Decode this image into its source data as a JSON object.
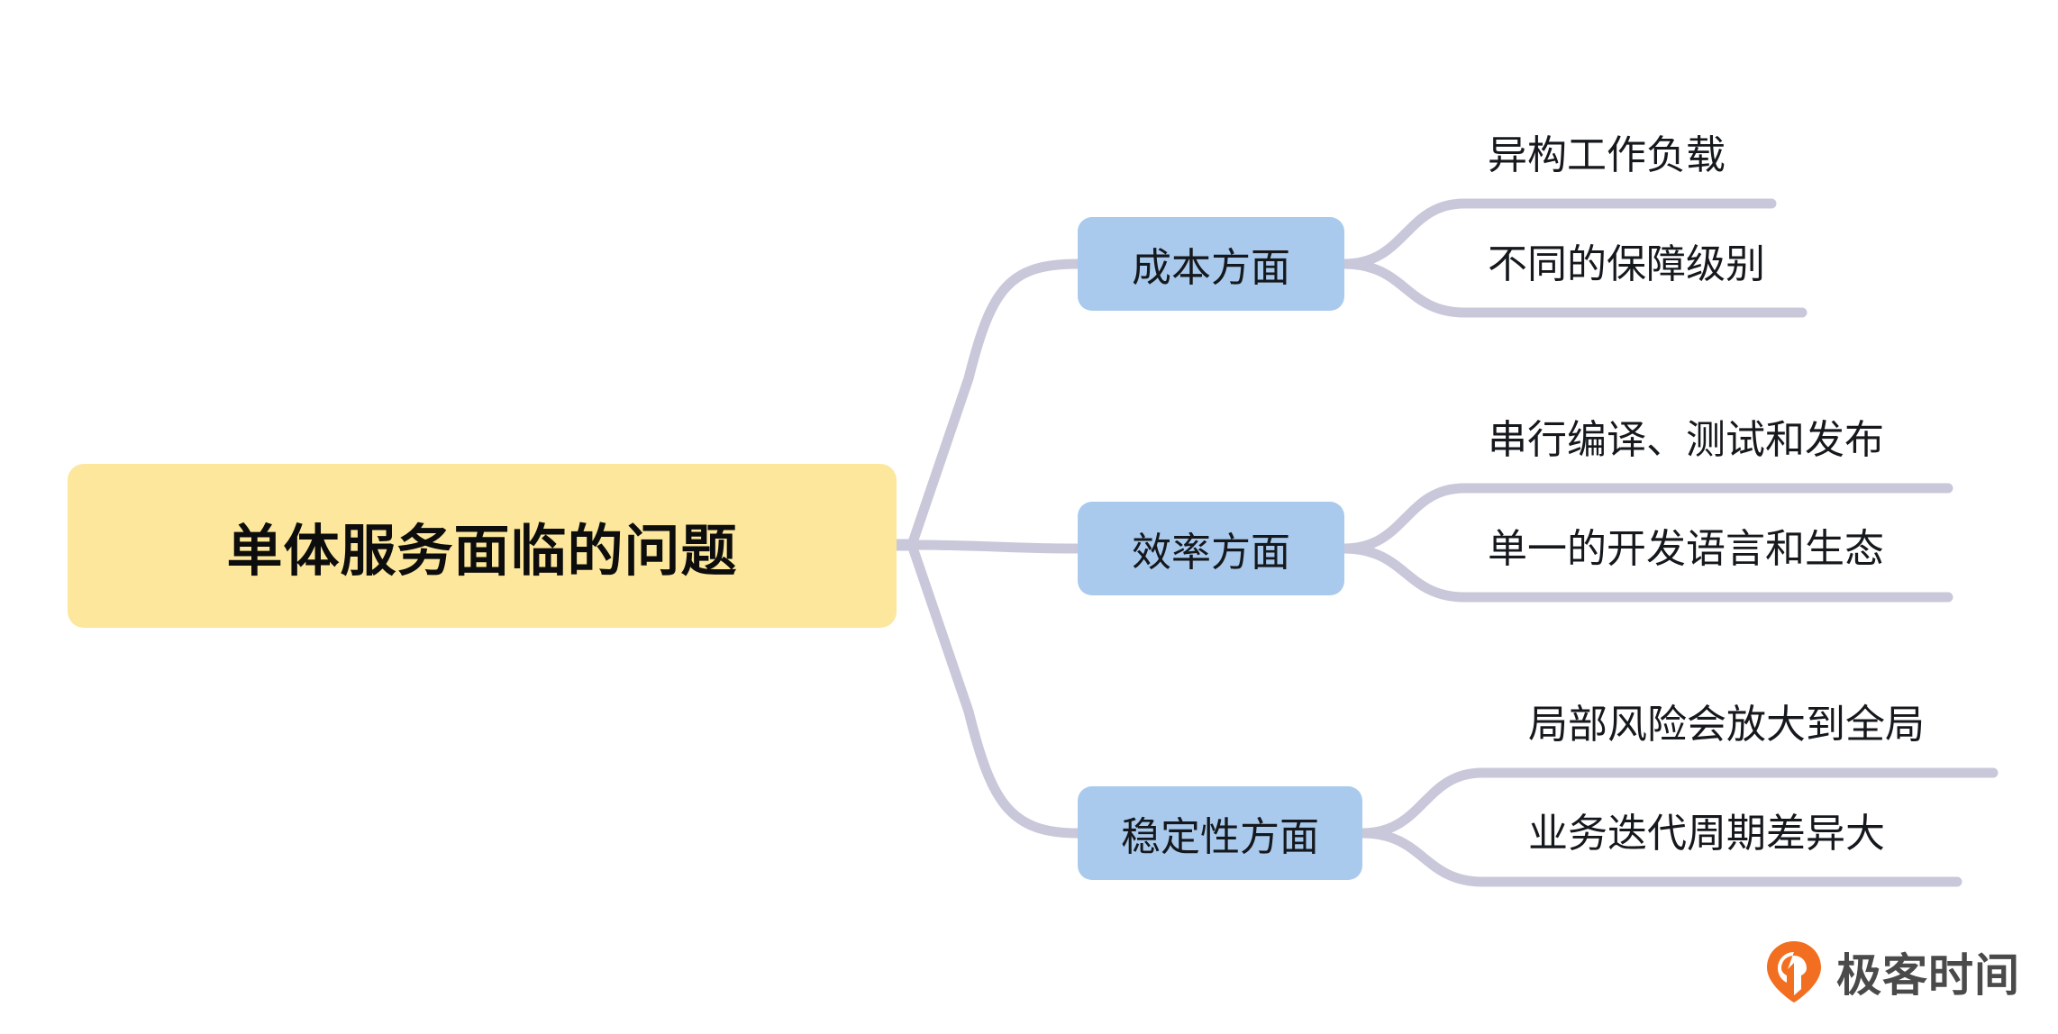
{
  "diagram": {
    "type": "mindmap",
    "title": "单体服务面临的问题",
    "orientation": "left-to-right",
    "colors": {
      "root_fill": "#fce79c",
      "branch_fill": "#a9caed",
      "connector": "#c8c8da",
      "text": "#15181c",
      "root_text": "#0d0d0d",
      "logo_accent": "#f26f21",
      "background": "#ffffff"
    },
    "root": {
      "label": "单体服务面临的问题"
    },
    "branches": [
      {
        "label": "成本方面",
        "leaves": [
          {
            "label": "异构工作负载"
          },
          {
            "label": "不同的保障级别"
          }
        ]
      },
      {
        "label": "效率方面",
        "leaves": [
          {
            "label": "串行编译、测试和发布"
          },
          {
            "label": "单一的开发语言和生态"
          }
        ]
      },
      {
        "label": "稳定性方面",
        "leaves": [
          {
            "label": "局部风险会放大到全局"
          },
          {
            "label": "业务迭代周期差异大"
          }
        ]
      }
    ]
  },
  "logo": {
    "text": "极客时间",
    "icon": "geektime-pin-icon"
  }
}
